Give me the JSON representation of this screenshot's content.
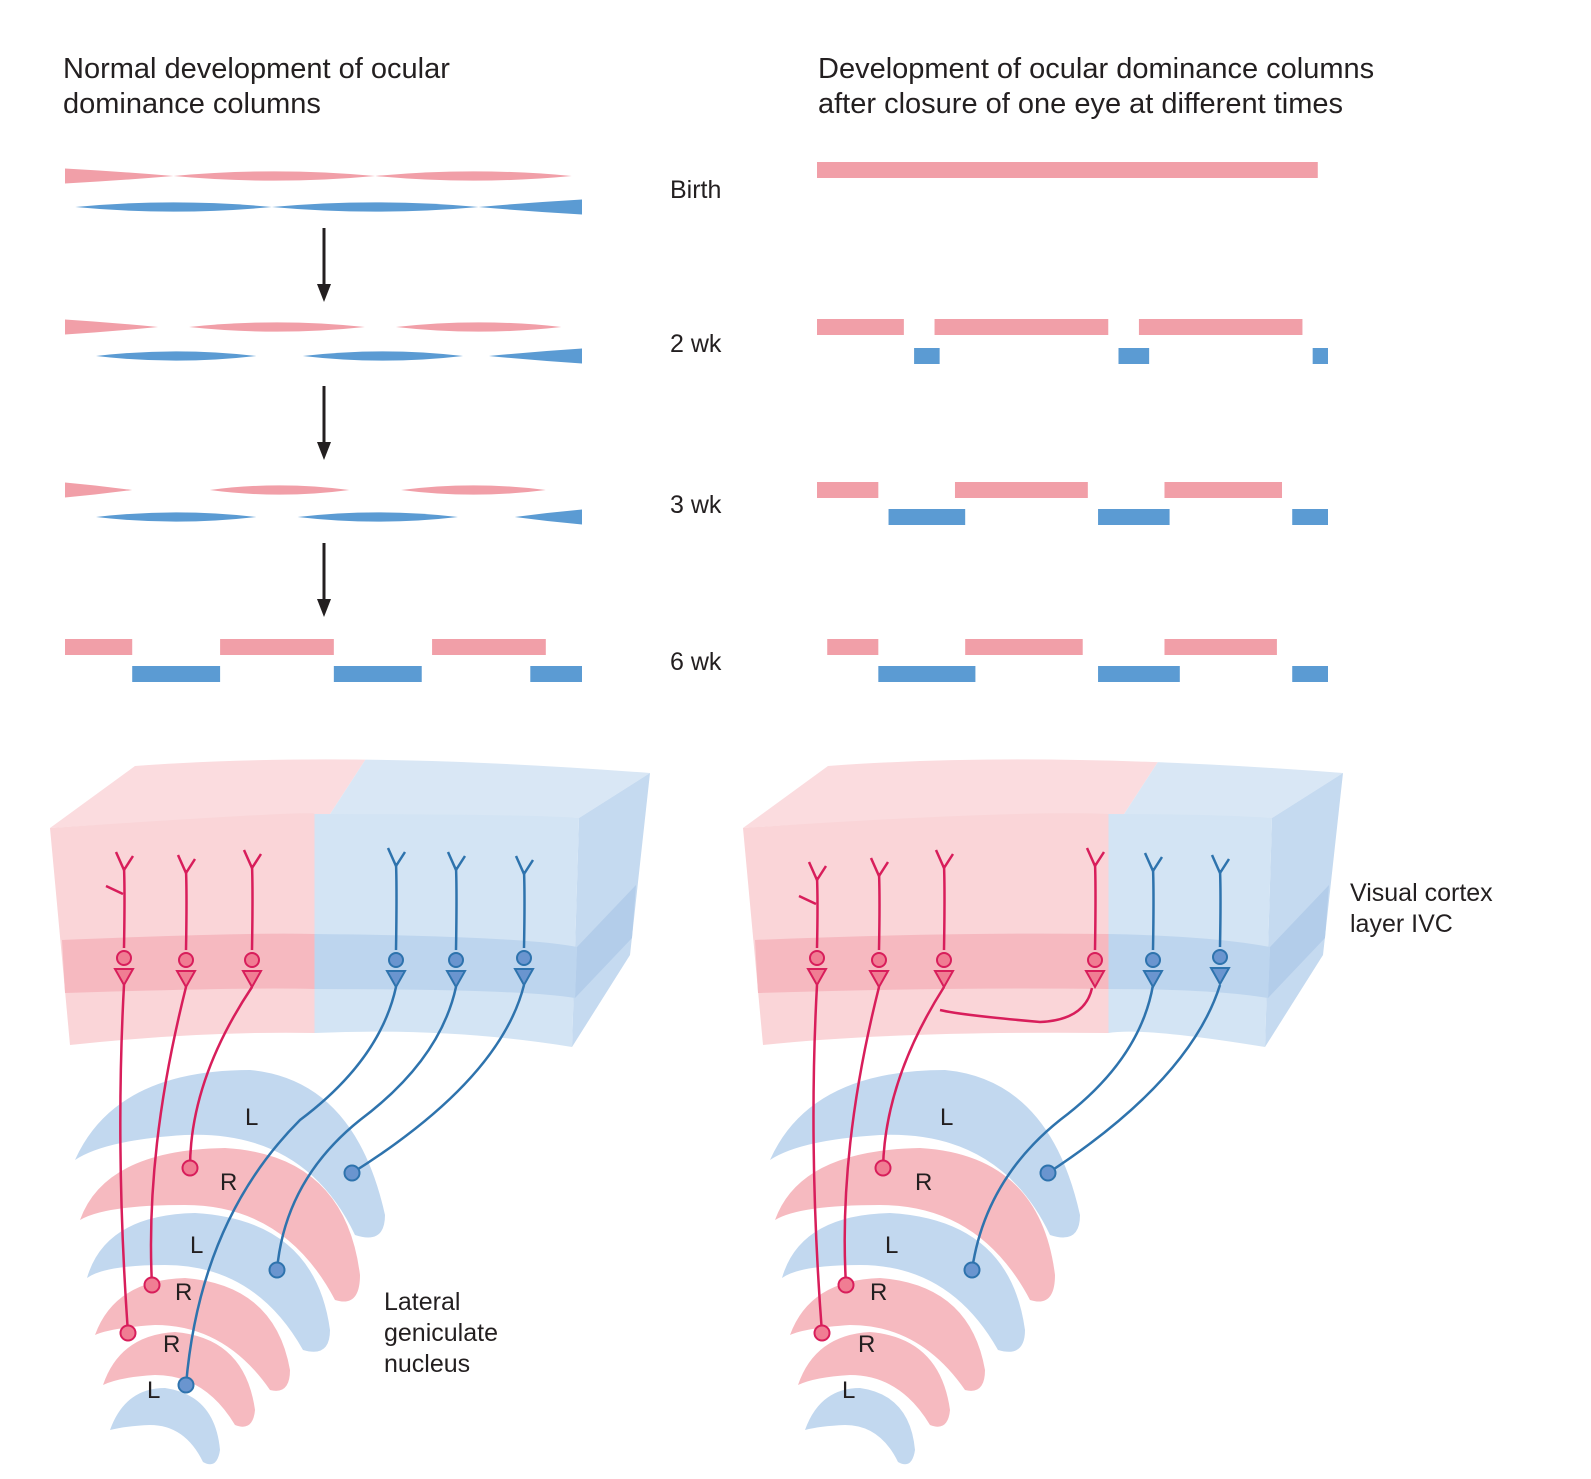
{
  "colors": {
    "right_eye": "#f19fa8",
    "left_eye": "#5b9bd3",
    "right_axon": "#d81e5b",
    "left_axon": "#2e73ad",
    "cortex_pink": "#fad5d8",
    "cortex_pink_band": "#f6b9c0",
    "cortex_blue": "#d3e4f4",
    "cortex_blue_band": "#bdd5ee",
    "lgn_pink": "#f6bac0",
    "lgn_blue": "#c2d8ef",
    "arrow": "#231f20"
  },
  "left_panel": {
    "title_lines": [
      "Normal development of ocular",
      "dominance columns"
    ]
  },
  "right_panel": {
    "title_lines": [
      "Development of ocular dominance columns",
      "after closure of one eye at different times"
    ]
  },
  "stages": [
    {
      "label": "Birth"
    },
    {
      "label": "2 wk"
    },
    {
      "label": "3 wk"
    },
    {
      "label": "6 wk"
    }
  ],
  "normal_rows": [
    {
      "stage": "Birth",
      "right_eye": [
        [
          0,
          0.21
        ],
        [
          0.21,
          0.6
        ],
        [
          0.6,
          0.98
        ]
      ],
      "left_eye": [
        [
          0.02,
          0.4
        ],
        [
          0.4,
          0.8
        ],
        [
          0.8,
          1.0
        ]
      ],
      "shape": "tapered"
    },
    {
      "stage": "2 wk",
      "right_eye": [
        [
          0,
          0.18
        ],
        [
          0.24,
          0.58
        ],
        [
          0.64,
          0.96
        ]
      ],
      "left_eye": [
        [
          0.06,
          0.37
        ],
        [
          0.46,
          0.77
        ],
        [
          0.82,
          1.0
        ]
      ],
      "shape": "tapered"
    },
    {
      "stage": "3 wk",
      "right_eye": [
        [
          0,
          0.13
        ],
        [
          0.28,
          0.55
        ],
        [
          0.65,
          0.93
        ]
      ],
      "left_eye": [
        [
          0.06,
          0.37
        ],
        [
          0.45,
          0.76
        ],
        [
          0.87,
          1.0
        ]
      ],
      "shape": "tapered"
    },
    {
      "stage": "6 wk",
      "right_eye": [
        [
          0,
          0.13
        ],
        [
          0.3,
          0.52
        ],
        [
          0.71,
          0.93
        ]
      ],
      "left_eye": [
        [
          0.13,
          0.3
        ],
        [
          0.52,
          0.69
        ],
        [
          0.9,
          1.0
        ]
      ],
      "shape": "rect"
    }
  ],
  "deprived_rows": [
    {
      "stage": "Birth",
      "right_eye": [
        [
          0,
          0.98
        ]
      ],
      "left_eye": []
    },
    {
      "stage": "2 wk",
      "right_eye": [
        [
          0,
          0.17
        ],
        [
          0.23,
          0.57
        ],
        [
          0.63,
          0.95
        ]
      ],
      "left_eye": [
        [
          0.19,
          0.24
        ],
        [
          0.59,
          0.65
        ],
        [
          0.97,
          1.0
        ]
      ]
    },
    {
      "stage": "3 wk",
      "right_eye": [
        [
          0,
          0.12
        ],
        [
          0.27,
          0.53
        ],
        [
          0.68,
          0.91
        ]
      ],
      "left_eye": [
        [
          0.14,
          0.29
        ],
        [
          0.55,
          0.69
        ],
        [
          0.93,
          1.0
        ]
      ]
    },
    {
      "stage": "6 wk",
      "right_eye": [
        [
          0.02,
          0.12
        ],
        [
          0.29,
          0.52
        ],
        [
          0.68,
          0.9
        ]
      ],
      "left_eye": [
        [
          0.12,
          0.31
        ],
        [
          0.55,
          0.71
        ],
        [
          0.93,
          1.0
        ]
      ]
    }
  ],
  "cortex_labels": {
    "lines": [
      "Visual cortex",
      "layer IVC"
    ]
  },
  "lgn_labels": {
    "lines": [
      "Lateral",
      "geniculate",
      "nucleus"
    ],
    "layers": [
      "L",
      "R",
      "L",
      "R",
      "R",
      "L"
    ]
  },
  "normal_cortex": {
    "right_eye_neurons": 3,
    "left_eye_neurons": 3,
    "right_eye_share": 0.5
  },
  "deprived_cortex": {
    "right_eye_neurons": 4,
    "left_eye_neurons": 2,
    "right_eye_share": 0.7
  }
}
